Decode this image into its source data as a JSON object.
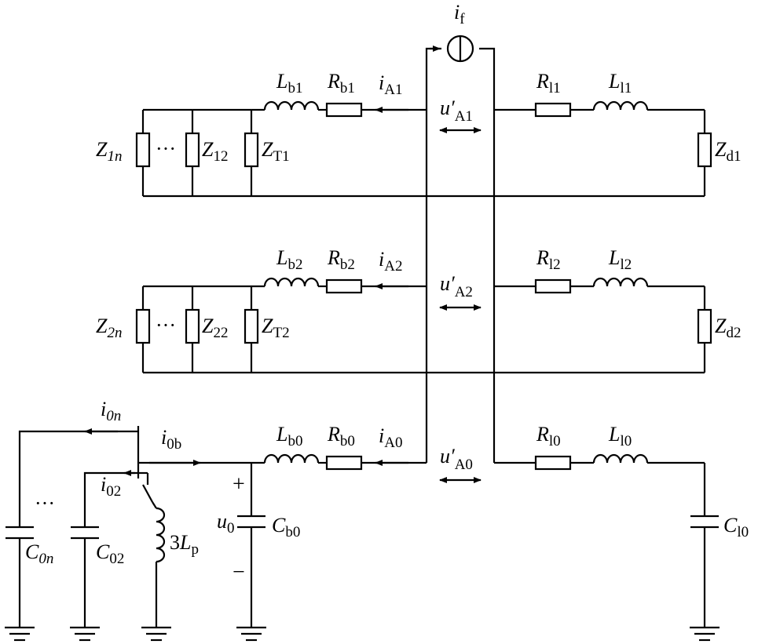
{
  "labels": {
    "if_sym": "i",
    "if_sub": "f",
    "Lb1_sym": "L",
    "Lb1_sub": "b1",
    "Rb1_sym": "R",
    "Rb1_sub": "b1",
    "iA1_sym": "i",
    "iA1_sub": "A1",
    "uA1_sym": "u′",
    "uA1_sub": "A1",
    "Rl1_sym": "R",
    "Rl1_sub": "l1",
    "Ll1_sym": "L",
    "Ll1_sub": "l1",
    "Z1n_sym": "Z",
    "Z1n_sub": "1n",
    "Z12_sym": "Z",
    "Z12_sub": "12",
    "ZT1_sym": "Z",
    "ZT1_sub": "T1",
    "Zd1_sym": "Z",
    "Zd1_sub": "d1",
    "Lb2_sym": "L",
    "Lb2_sub": "b2",
    "Rb2_sym": "R",
    "Rb2_sub": "b2",
    "iA2_sym": "i",
    "iA2_sub": "A2",
    "uA2_sym": "u′",
    "uA2_sub": "A2",
    "Rl2_sym": "R",
    "Rl2_sub": "l2",
    "Ll2_sym": "L",
    "Ll2_sub": "l2",
    "Z2n_sym": "Z",
    "Z2n_sub": "2n",
    "Z22_sym": "Z",
    "Z22_sub": "22",
    "ZT2_sym": "Z",
    "ZT2_sub": "T2",
    "Zd2_sym": "Z",
    "Zd2_sub": "d2",
    "i0n_sym": "i",
    "i0n_sub": "0n",
    "i0b_sym": "i",
    "i0b_sub": "0b",
    "Lb0_sym": "L",
    "Lb0_sub": "b0",
    "Rb0_sym": "R",
    "Rb0_sub": "b0",
    "iA0_sym": "i",
    "iA0_sub": "A0",
    "uA0_sym": "u′",
    "uA0_sub": "A0",
    "Rl0_sym": "R",
    "Rl0_sub": "l0",
    "Ll0_sym": "L",
    "Ll0_sub": "l0",
    "i02_sym": "i",
    "i02_sub": "02",
    "C0n_sym": "C",
    "C0n_sub": "0n",
    "C02_sym": "C",
    "C02_sub": "02",
    "Lp_coef": "3",
    "Lp_sym": "L",
    "Lp_sub": "p",
    "u0_sym": "u",
    "u0_sub": "0",
    "Cb0_sym": "C",
    "Cb0_sub": "b0",
    "Cl0_sym": "C",
    "Cl0_sub": "l0",
    "plus": "+",
    "minus": "−",
    "ellipsis": "···"
  }
}
